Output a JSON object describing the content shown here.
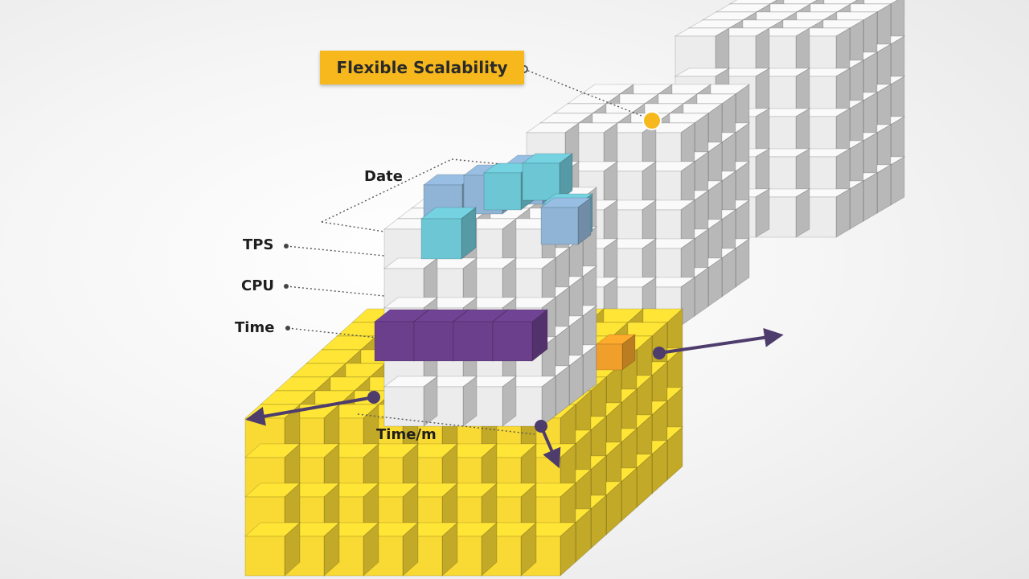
{
  "callout": {
    "text": "Flexible Scalability"
  },
  "labels": {
    "date": "Date",
    "tps": "TPS",
    "cpu": "CPU",
    "time": "Time",
    "time_per_min": "Time/m"
  },
  "colors": {
    "gray_cube": "#ececec",
    "yellow_cube": "#f9d933",
    "teal_cube": "#6dc6d4",
    "blue_cube": "#8fb4d6",
    "purple_cube": "#6b3f8c",
    "orange_cube": "#f0a02a",
    "arrow": "#4d3c6c",
    "callout": "#f6b81c"
  }
}
